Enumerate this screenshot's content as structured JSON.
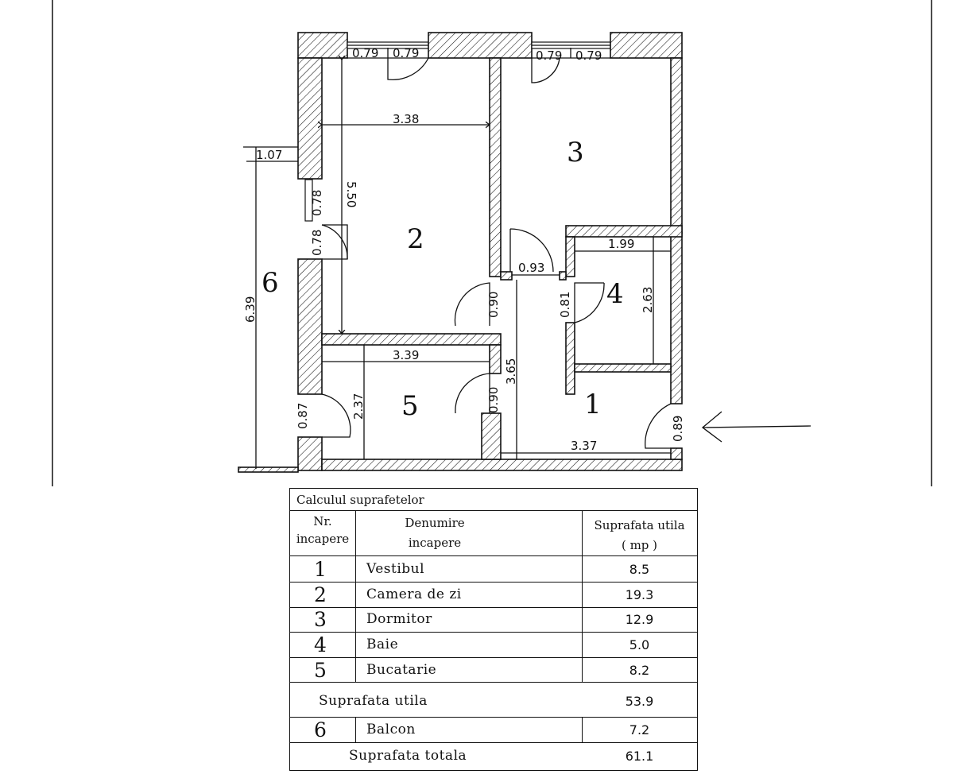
{
  "plan": {
    "rooms": [
      {
        "id": "1",
        "label": "1"
      },
      {
        "id": "2",
        "label": "2"
      },
      {
        "id": "3",
        "label": "3"
      },
      {
        "id": "4",
        "label": "4"
      },
      {
        "id": "5",
        "label": "5"
      },
      {
        "id": "6",
        "label": "6"
      }
    ],
    "dimensions": {
      "win2_left": "0.79",
      "win2_right": "0.79",
      "win3_left": "0.79",
      "win3_right": "0.79",
      "room2_width": "3.38",
      "room2_height": "5.50",
      "balcony_width": "1.07",
      "balcony_height": "6.39",
      "win2_side_top": "0.78",
      "win2_side_bottom": "0.78",
      "room4_width": "1.99",
      "room4_height": "2.63",
      "bath_door_width": "0.93",
      "bath_door": "0.81",
      "door2": "0.90",
      "hall_height": "3.65",
      "room5_width": "3.39",
      "room5_height": "2.37",
      "door5": "0.90",
      "balcony_door5": "0.87",
      "hall_width": "3.37",
      "entry_door": "0.89"
    }
  },
  "table": {
    "title": "Calculul  suprafetelor",
    "header": {
      "nr_line1": "Nr.",
      "nr_line2": "incapere",
      "name_line1": "Denumire",
      "name_line2": "incapere",
      "area_line1": "Suprafata utila",
      "area_line2": "( mp )"
    },
    "rows": [
      {
        "nr": "1",
        "name": "Vestibul",
        "area": "8.5"
      },
      {
        "nr": "2",
        "name": "Camera  de  zi",
        "area": "19.3"
      },
      {
        "nr": "3",
        "name": "Dormitor",
        "area": "12.9"
      },
      {
        "nr": "4",
        "name": "Baie",
        "area": "5.0"
      },
      {
        "nr": "5",
        "name": "Bucatarie",
        "area": "8.2"
      }
    ],
    "useful_label": "Suprafata  utila",
    "useful_value": "53.9",
    "balcony_row": {
      "nr": "6",
      "name": "Balcon",
      "area": "7.2"
    },
    "total_label": "Suprafata  totala",
    "total_value": "61.1"
  }
}
